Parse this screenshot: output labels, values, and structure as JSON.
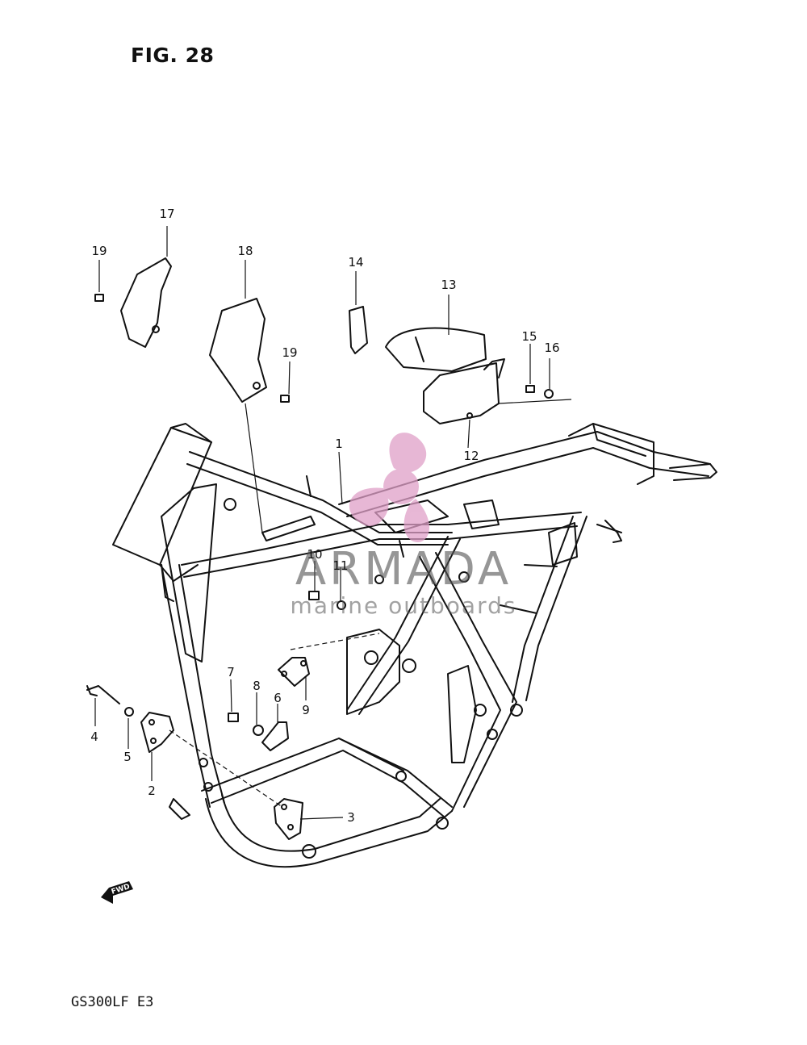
{
  "figure": {
    "title": "FIG. 28",
    "model": "GS300LF  E3"
  },
  "watermark": {
    "brand": "ARMADA",
    "tagline": "marine outboards",
    "accent_color": "#e0a0c8",
    "text_color": "#555555"
  },
  "forward_marker": {
    "label": "FWD"
  },
  "callouts": [
    {
      "id": "1",
      "label": "1"
    },
    {
      "id": "2",
      "label": "2"
    },
    {
      "id": "3",
      "label": "3"
    },
    {
      "id": "4",
      "label": "4"
    },
    {
      "id": "5",
      "label": "5"
    },
    {
      "id": "6",
      "label": "6"
    },
    {
      "id": "7",
      "label": "7"
    },
    {
      "id": "8",
      "label": "8"
    },
    {
      "id": "9",
      "label": "9"
    },
    {
      "id": "10",
      "label": "10"
    },
    {
      "id": "11",
      "label": "11"
    },
    {
      "id": "12",
      "label": "12"
    },
    {
      "id": "13",
      "label": "13"
    },
    {
      "id": "14",
      "label": "14"
    },
    {
      "id": "15",
      "label": "15"
    },
    {
      "id": "16",
      "label": "16"
    },
    {
      "id": "17",
      "label": "17"
    },
    {
      "id": "18",
      "label": "18"
    },
    {
      "id": "19a",
      "label": "19"
    },
    {
      "id": "19b",
      "label": "19"
    }
  ]
}
